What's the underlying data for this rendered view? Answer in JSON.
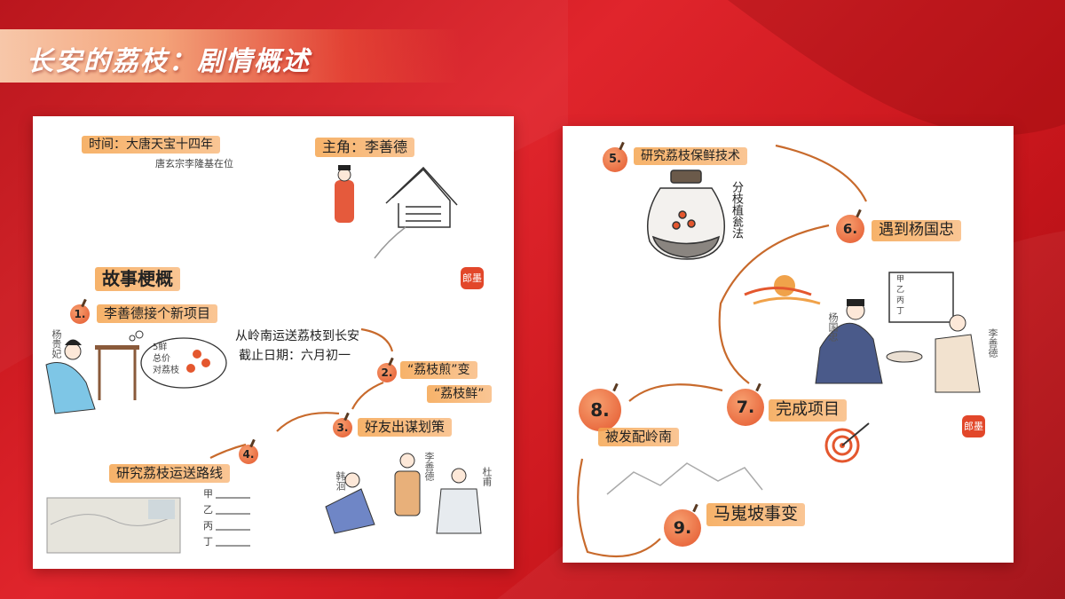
{
  "title": "长安的荔枝：剧情概述",
  "left_card": {
    "time_label": "时间：大唐天宝十四年",
    "time_sub": "唐玄宗李隆基在位",
    "protagonist": "主角：李善德",
    "summary_heading": "故事梗概",
    "step1": {
      "num": "1.",
      "text": "李善德接个新项目"
    },
    "thought": [
      "5鲜",
      "总价",
      "对荔枝"
    ],
    "task_line1": "从岭南运送荔枝到长安",
    "task_line2": "截止日期：六月初一",
    "step2": {
      "num": "2.",
      "text_a": "“荔枝煎”变",
      "text_b": "“荔枝鲜”"
    },
    "step3": {
      "num": "3.",
      "text": "好友出谋划策"
    },
    "step4": {
      "num": "4.",
      "text": "研究荔枝运送路线"
    },
    "route_items": [
      "甲",
      "乙",
      "丙",
      "丁"
    ],
    "side_labels": {
      "yang": "杨贵妃",
      "han": "韩洄",
      "li": "李善德",
      "du": "杜甫"
    },
    "seal": "郎墨"
  },
  "right_card": {
    "step5": {
      "num": "5.",
      "text": "研究荔枝保鲜技术"
    },
    "jar_label": "分枝植瓮法",
    "step6": {
      "num": "6.",
      "text": "遇到杨国忠"
    },
    "board_items": [
      "甲",
      "乙",
      "丙",
      "丁"
    ],
    "side_labels": {
      "yang": "杨国忠",
      "li": "李善德"
    },
    "step7": {
      "num": "7.",
      "text": "完成项目"
    },
    "step8": {
      "num": "8.",
      "text": "被发配岭南"
    },
    "step9": {
      "num": "9.",
      "text": "马嵬坡事变"
    },
    "seal": "郎墨"
  },
  "colors": {
    "accent_red": "#d8201f",
    "highlight_orange": "#f2a050",
    "number_ball": "#e4572e"
  }
}
